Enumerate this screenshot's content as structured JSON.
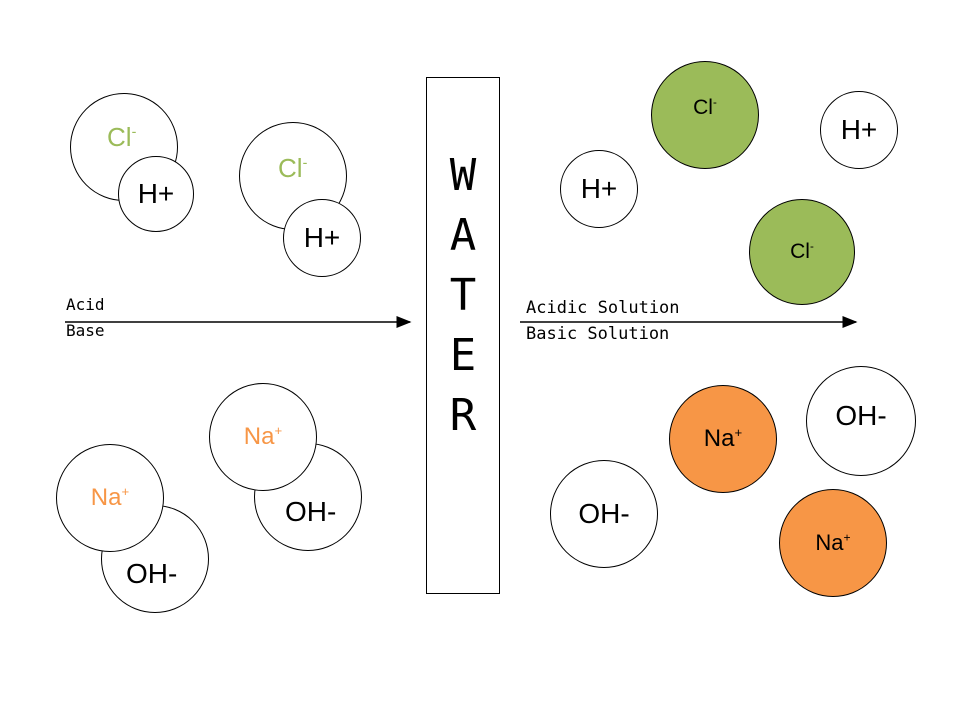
{
  "water": {
    "letters": [
      "W",
      "A",
      "T",
      "E",
      "R"
    ]
  },
  "left_labels": {
    "line1": "Acid",
    "line2": "Base"
  },
  "right_labels": {
    "line1": "Acidic Solution",
    "line2": "Basic Solution"
  },
  "ions": {
    "cl": {
      "symbol": "Cl",
      "charge": "-"
    },
    "h": {
      "text": "H+"
    },
    "na": {
      "symbol": "Na",
      "charge": "+"
    },
    "oh": {
      "text": "OH-"
    }
  },
  "colors": {
    "cl_text_left": "#9BBB59",
    "na_text_left": "#F79646",
    "cl_fill": "#9BBB59",
    "na_fill": "#F79646",
    "stroke": "#000000"
  }
}
